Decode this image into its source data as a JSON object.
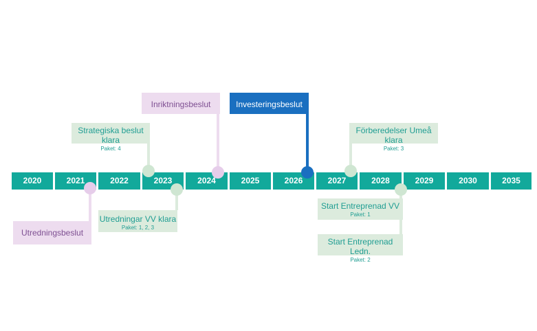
{
  "years": [
    "2020",
    "2021",
    "2022",
    "2023",
    "2024",
    "2025",
    "2026",
    "2027",
    "2028",
    "2029",
    "2030",
    "2035"
  ],
  "events": {
    "inriktningsbeslut": {
      "title": "Inriktningsbeslut"
    },
    "investeringsbeslut": {
      "title": "Investeringsbeslut"
    },
    "strategiska": {
      "title": "Strategiska beslut klara",
      "sub": "Paket: 4"
    },
    "forberedelser": {
      "title": "Förberedelser Umeå klara",
      "sub": "Paket: 3"
    },
    "utredningsbeslut": {
      "title": "Utredningsbeslut"
    },
    "utredningar_vv": {
      "title": "Utredningar VV klara",
      "sub": "Paket: 1, 2, 3"
    },
    "start_vv": {
      "title": "Start Entreprenad VV",
      "sub": "Paket: 1"
    },
    "start_ledn": {
      "title": "Start Entreprenad Ledn.",
      "sub": "Paket: 2"
    }
  },
  "colors": {
    "bar": "#12a99b",
    "green_label": "#dcebdd",
    "purple_label": "#eddcef",
    "blue_label": "#1a6fc0",
    "green_dot": "#cfe6d2",
    "purple_dot": "#e6cdea",
    "blue_dot": "#1a6fc0"
  }
}
